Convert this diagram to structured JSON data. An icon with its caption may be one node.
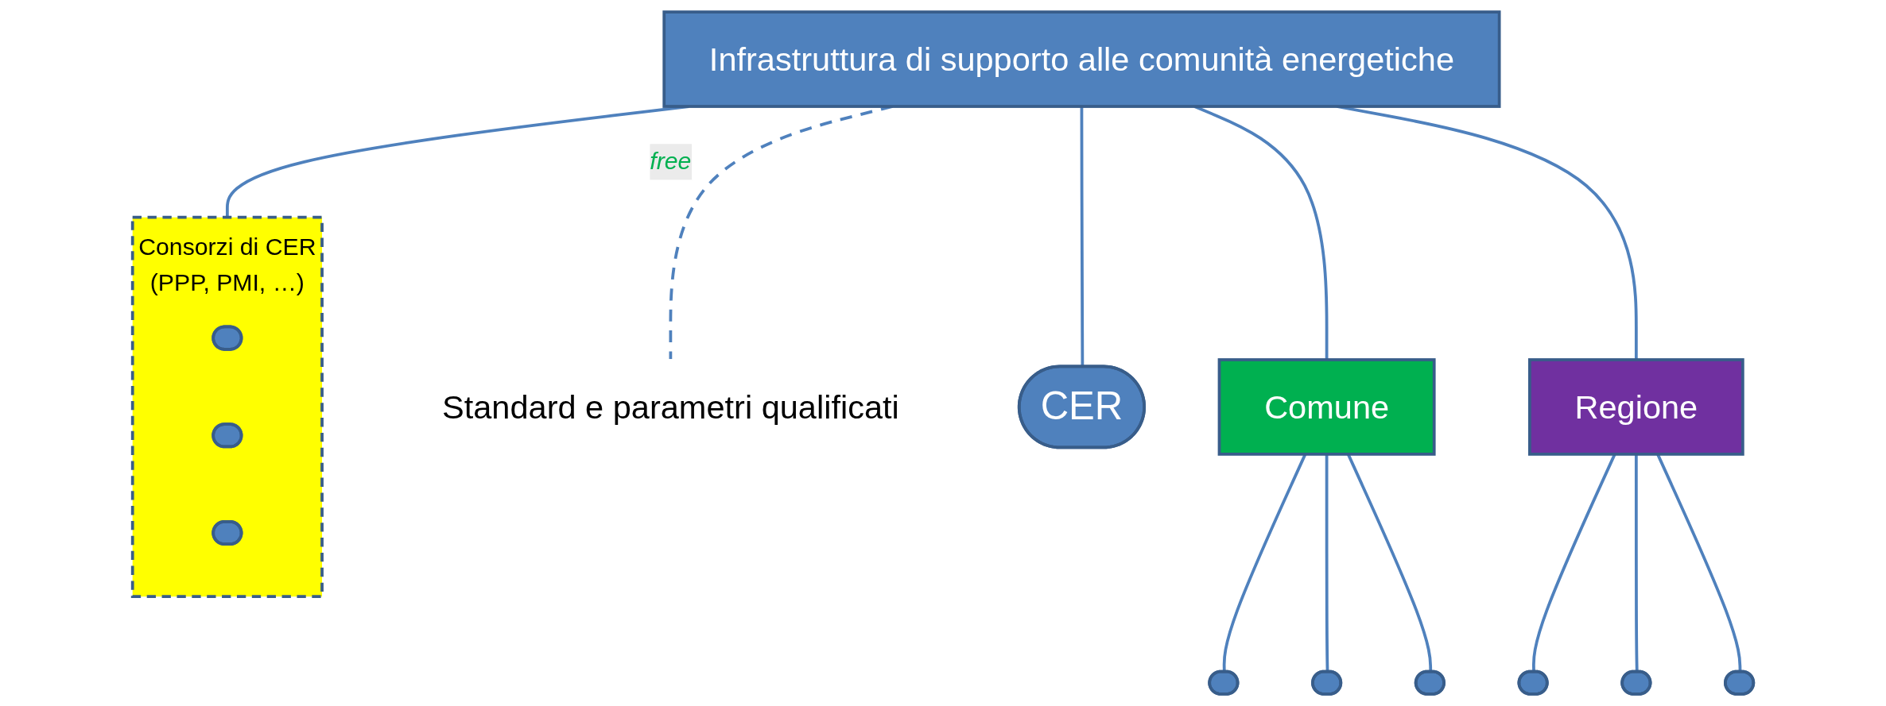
{
  "diagram": {
    "nodes": [
      {
        "text": [
          "Infrastruttura di supporto alle comunità energetiche"
        ]
      },
      {
        "text": [
          "Standard e parametri qualificati"
        ]
      },
      {
        "text": [
          "CER"
        ]
      },
      {
        "text": [
          "Consorzi di CER",
          "(PPP, PMI, …)"
        ]
      },
      {
        "text": [],
        "shape": "ellipse",
        "in": 3
      },
      {
        "text": [],
        "shape": "ellipse",
        "in": 3
      },
      {
        "text": [],
        "shape": "ellipse",
        "in": 3
      },
      {
        "text": [
          "Comune"
        ]
      },
      {
        "text": [
          "Regione"
        ]
      },
      {
        "text": [],
        "shape": "ellipse"
      },
      {
        "text": [],
        "shape": "ellipse"
      },
      {
        "text": [],
        "shape": "ellipse"
      },
      {
        "text": [],
        "shape": "ellipse"
      },
      {
        "text": [],
        "shape": "ellipse"
      },
      {
        "text": [],
        "shape": "ellipse"
      }
    ],
    "edges": [
      {
        "from": 0,
        "to": 1,
        "arrow": "none",
        "style": "dashed",
        "label": "free"
      },
      {
        "from": 0,
        "to": 2,
        "arrow": "none"
      },
      {
        "from": 0,
        "to": 3,
        "arrow": "none"
      },
      {
        "from": 0,
        "to": 7,
        "arrow": "none"
      },
      {
        "from": 0,
        "to": 8,
        "arrow": "none"
      },
      {
        "from": 7,
        "to": 9,
        "arrow": "none"
      },
      {
        "from": 7,
        "to": 10,
        "arrow": "none"
      },
      {
        "from": 7,
        "to": 11,
        "arrow": "none"
      },
      {
        "from": 8,
        "to": 12,
        "arrow": "none"
      },
      {
        "from": 8,
        "to": 13,
        "arrow": "none"
      },
      {
        "from": 8,
        "to": 14,
        "arrow": "none"
      }
    ]
  }
}
